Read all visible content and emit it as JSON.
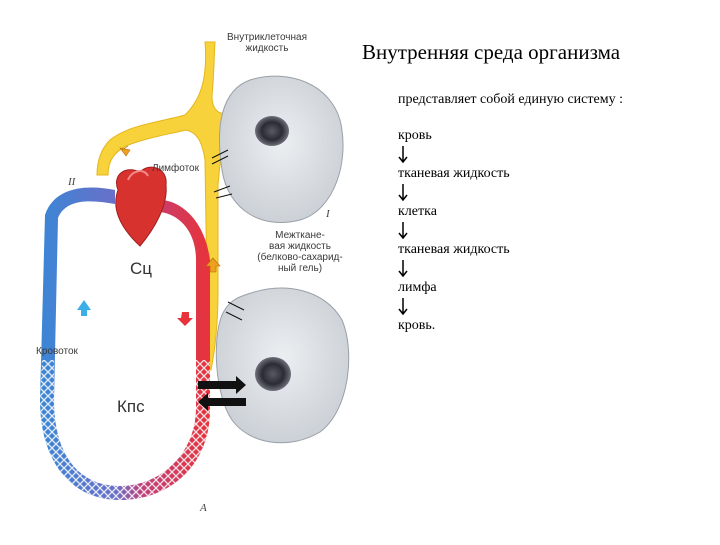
{
  "diagram": {
    "label_intracellular": [
      "Внутриклеточная",
      "жидкость"
    ],
    "label_lymph_flow": "Лимфоток",
    "label_interstitial": [
      "Межткане-",
      "вая жидкость",
      "(белково-сахарид-",
      "ный гель)"
    ],
    "label_blood_flow": "Кровоток",
    "label_heart": "Сц",
    "label_capillaries": "Кпс",
    "label_roman_two": "II",
    "label_roman_one": "I",
    "label_letter_a": "А",
    "colors": {
      "lymph": "#f7d23a",
      "arterial": "#e8333a",
      "venous": "#3b86d6",
      "cell_fill": "#d9dde2",
      "nucleus": "#2b2b33"
    }
  },
  "text": {
    "title": "Внутренняя среда организма",
    "subtitle": "представляет собой единую систему :",
    "chain": [
      "кровь",
      "тканевая жидкость",
      "клетка",
      "тканевая жидкость",
      "лимфа",
      "кровь."
    ]
  }
}
